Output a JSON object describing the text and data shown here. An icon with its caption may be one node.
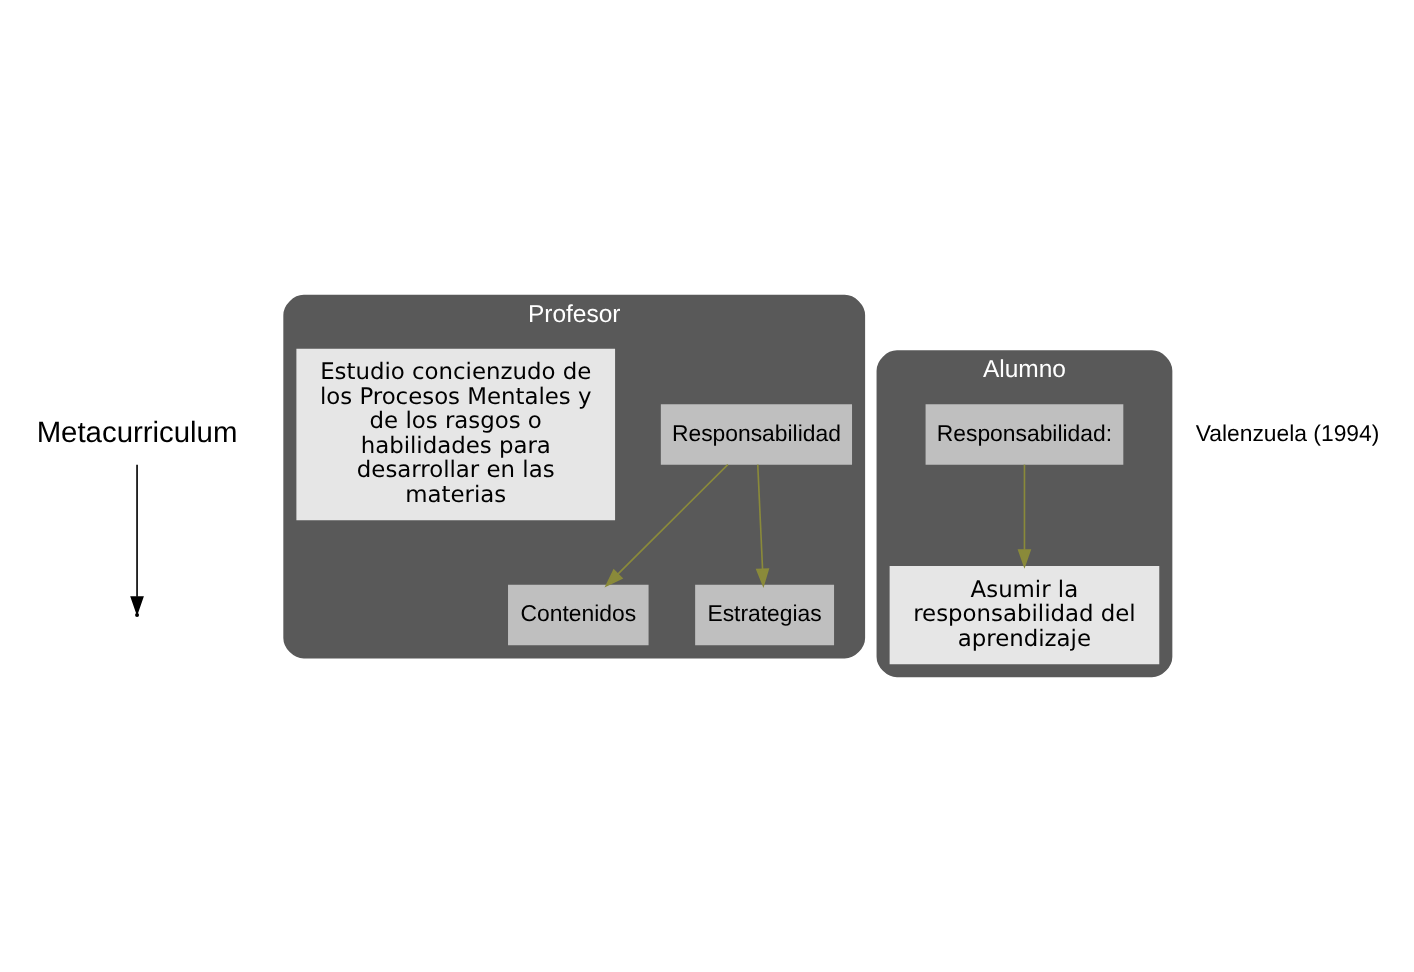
{
  "diagram": {
    "nodes": [
      {
        "text": [
          "Metacurriculum"
        ]
      },
      {
        "text": [
          "Profesor"
        ]
      },
      {
        "text": [
          "Responsabilidad"
        ],
        "in": 1
      },
      {
        "text": [
          "Contenidos"
        ],
        "in": 1
      },
      {
        "text": [
          "Estrategias"
        ],
        "in": 1
      },
      {
        "text": [
          "Estudio concienzudo de los Procesos Mentales y de los rasgos o habilidades para desarrollar en las materias"
        ],
        "in": 1
      },
      {
        "text": [
          "Alumno"
        ]
      },
      {
        "text": [
          "Responsabilidad:"
        ],
        "in": 6
      },
      {
        "text": [
          "Asumir la responsabilidad del aprendizaje"
        ],
        "in": 6
      }
    ],
    "edges": [
      {
        "from": 0,
        "to": null,
        "arrow": "to",
        "color": "#000000"
      },
      {
        "from": 2,
        "to": 3,
        "arrow": "to"
      },
      {
        "from": 2,
        "to": 4,
        "arrow": "to"
      },
      {
        "from": 7,
        "to": 8,
        "arrow": "to"
      }
    ],
    "labels": [
      "Valenzuela (1994)"
    ]
  }
}
